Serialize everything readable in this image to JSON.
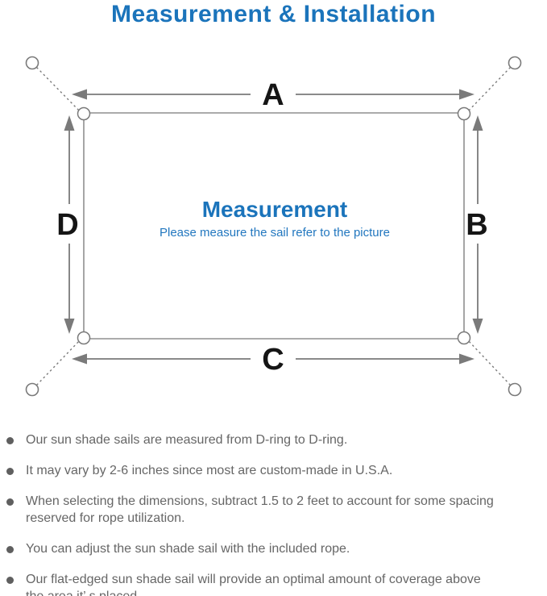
{
  "title": "Measurement & Installation",
  "colors": {
    "accent_blue": "#1b74bb",
    "caption_blue": "#2277bf",
    "line_gray": "#7a7a7a",
    "label_black": "#151515",
    "body_text_gray": "#666666"
  },
  "diagram": {
    "center_heading": "Measurement",
    "center_caption": "Please measure the sail refer to the picture",
    "dim_labels": {
      "top": "A",
      "right": "B",
      "bottom": "C",
      "left": "D"
    }
  },
  "bullets": [
    {
      "lines": {
        "0": "Our sun shade sails are measured from D-ring to D-ring."
      }
    },
    {
      "lines": {
        "0": "It may vary by 2-6 inches since most are custom-made in U.S.A."
      }
    },
    {
      "lines": {
        "0": "When selecting the dimensions, subtract 1.5 to 2 feet to account for some spacing",
        "1": "reserved for rope utilization."
      }
    },
    {
      "lines": {
        "0": "You can adjust the sun shade sail with the included rope."
      }
    },
    {
      "lines": {
        "0": "Our flat-edged sun shade sail will provide an optimal amount of coverage above",
        "1": "the area it’ s placed."
      }
    }
  ]
}
